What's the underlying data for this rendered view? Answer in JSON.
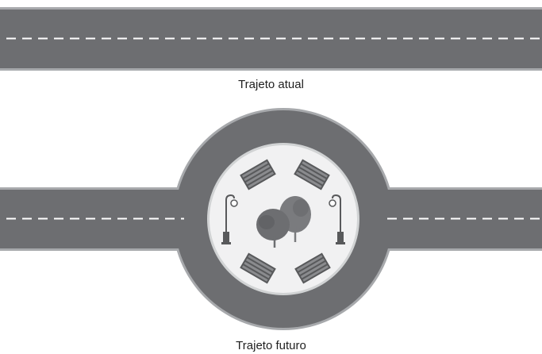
{
  "captions": {
    "current_route": "Trajeto atual",
    "future_route": "Trajeto futuro"
  },
  "colors": {
    "asphalt": "#6d6e71",
    "road_edge": "#a7a9ac",
    "lane_marking": "#ffffff",
    "island": "#f1f1f2",
    "object_gray": "#7a7b7e",
    "object_dark": "#58595b",
    "lamp_globe": "#ffffff",
    "caption_text": "#1f1f1f"
  },
  "icons": [
    "road-straight",
    "roundabout",
    "park-bench-icon",
    "street-lamp-icon",
    "tree-icon"
  ]
}
